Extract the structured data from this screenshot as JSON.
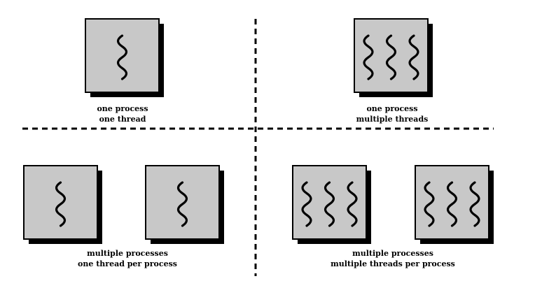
{
  "colors": {
    "box_fill": "#c8c8c8",
    "box_stroke": "#000000",
    "shadow": "#000000",
    "divider": "#000000",
    "thread": "#000000"
  },
  "icons": {
    "thread": "wavy-line-icon",
    "process": "process-box-icon"
  },
  "quadrants": [
    {
      "id": "one-process-one-thread",
      "processes": 1,
      "threads_per_process": 1,
      "caption": [
        "one process",
        "one thread"
      ]
    },
    {
      "id": "one-process-multiple-threads",
      "processes": 1,
      "threads_per_process": 3,
      "caption": [
        "one process",
        "multiple threads"
      ]
    },
    {
      "id": "multiple-processes-one-thread",
      "processes": 2,
      "threads_per_process": 1,
      "caption": [
        "multiple processes",
        "one thread per process"
      ]
    },
    {
      "id": "multiple-processes-multiple-threads",
      "processes": 2,
      "threads_per_process": 3,
      "caption": [
        "multiple processes",
        "multiple threads per process"
      ]
    }
  ]
}
